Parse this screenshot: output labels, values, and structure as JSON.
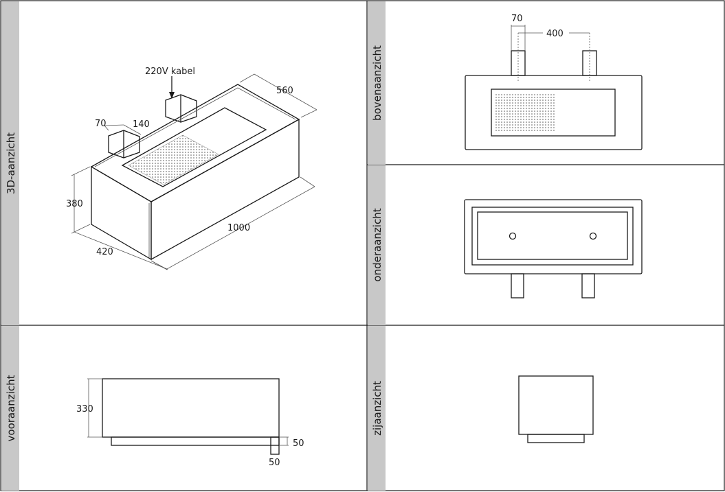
{
  "panels": {
    "view_3d": "3D-aanzicht",
    "top_view": "bovenaanzicht",
    "bottom_view": "onderaanzicht",
    "front_view": "vooraanzicht",
    "side_view": "zijaanzicht"
  },
  "dimensions": {
    "cable": "220V kabel",
    "depth_560": "560",
    "d70": "70",
    "d140": "140",
    "height_380": "380",
    "width_420": "420",
    "length_1000": "1000",
    "top_70": "70",
    "top_400": "400",
    "front_330": "330",
    "front_50_side": "50",
    "front_50_bottom": "50"
  },
  "colors": {
    "tab": "#c8c8c8",
    "line": "#1a1a1a"
  }
}
